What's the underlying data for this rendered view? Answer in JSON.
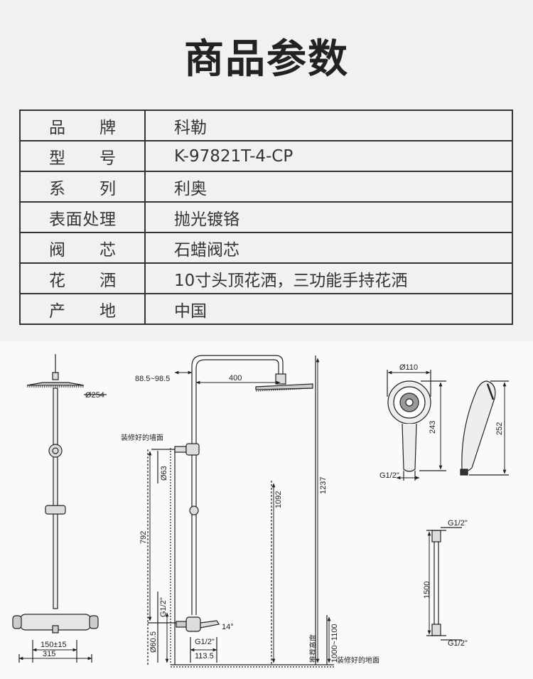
{
  "title": "商品参数",
  "specs": [
    {
      "label": "品牌",
      "value": "科勒"
    },
    {
      "label": "型号",
      "value": "K-97821T-4-CP"
    },
    {
      "label": "系列",
      "value": "利奥"
    },
    {
      "label": "表面处理",
      "value": "抛光镀铬"
    },
    {
      "label": "阀芯",
      "value": "石蜡阀芯"
    },
    {
      "label": "花洒",
      "value": "10寸头顶花洒，三功能手持花洒"
    },
    {
      "label": "产地",
      "value": "中国"
    }
  ],
  "drawing": {
    "front": {
      "head_dia": "Ø254",
      "spacing": "150±15",
      "width": "315"
    },
    "side": {
      "wall_offset": "88.5~98.5",
      "arm_length": "400",
      "wall_label": "装修好的墙面",
      "bracket_dia": "Ø63",
      "height_792": "792",
      "height_1092": "1092",
      "height_1237": "1237",
      "inlet": "G1/2\"",
      "outlet": "G1/2\"",
      "body_dia": "Ø60.5",
      "spout_angle": "14°",
      "spout_length": "113.5",
      "rec_height_label": "推荐高度",
      "rec_height": "1000~1100",
      "floor_label": "装修好的地面"
    },
    "handshower": {
      "dia": "Ø110",
      "height_front": "243",
      "height_side": "252",
      "thread": "G1/2\""
    },
    "hose": {
      "thread_top": "G1/2\"",
      "length": "1500",
      "thread_bottom": "G1/2\""
    }
  }
}
